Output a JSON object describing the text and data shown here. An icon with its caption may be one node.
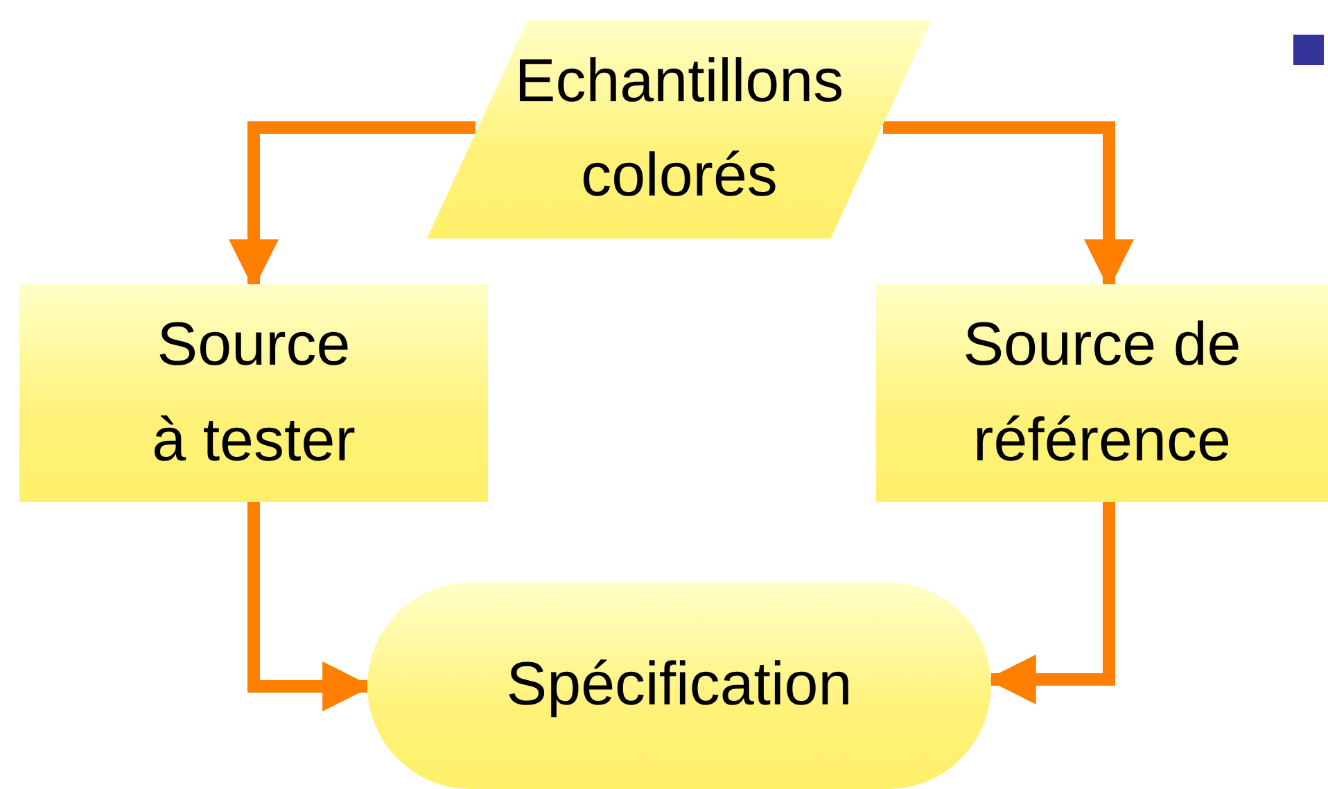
{
  "diagram": {
    "nodes": [
      {
        "text": [
          "Echantillons colorés"
        ]
      },
      {
        "text": [
          "Source à tester"
        ]
      },
      {
        "text": [
          "Source de référence"
        ]
      },
      {
        "text": [
          "Spécification"
        ]
      }
    ],
    "edges": [
      {
        "from": 0,
        "to": 1,
        "arrow": "to"
      },
      {
        "from": 0,
        "to": 2,
        "arrow": "to"
      },
      {
        "from": 1,
        "to": 3,
        "arrow": "to"
      },
      {
        "from": 2,
        "to": 3,
        "arrow": "to"
      }
    ]
  }
}
